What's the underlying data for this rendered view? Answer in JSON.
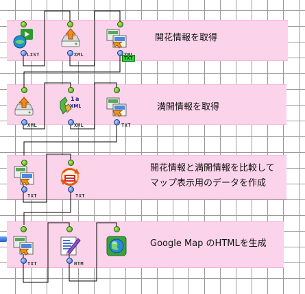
{
  "rows": [
    {
      "label": "開花情報を取得",
      "nodes": [
        {
          "icon": "web-fetch-icon",
          "tag": "LIST"
        },
        {
          "icon": "upload-drive-icon",
          "tag": "XML"
        },
        {
          "icon": "text-convert-icon",
          "tag": "XML",
          "output": "TXT"
        }
      ]
    },
    {
      "label": "満開情報を取得",
      "nodes": [
        {
          "icon": "upload-drive-icon",
          "tag": "XML"
        },
        {
          "icon": "xml-transform-icon",
          "tag": "XML"
        },
        {
          "icon": "text-convert-icon",
          "tag": "TXT"
        }
      ]
    },
    {
      "label": "開花情報と満開情報を比較して",
      "label2": "マップ表示用のデータを作成",
      "nodes": [
        {
          "icon": "text-convert-icon",
          "tag": "TXT"
        },
        {
          "icon": "compare-icon",
          "tag": "TXT"
        }
      ]
    },
    {
      "label": "Google Map のHTMLを生成",
      "nodes": [
        {
          "icon": "text-convert-icon",
          "tag": "TXT"
        },
        {
          "icon": "html-write-icon",
          "tag": "HTM"
        },
        {
          "icon": "globe-browser-icon"
        }
      ]
    }
  ],
  "colors": {
    "band": "#fbd3ea",
    "grid": "#9a9a9a",
    "wire": "#000000",
    "port_in": "#3d9b10",
    "port_out": "#2e62c9"
  }
}
